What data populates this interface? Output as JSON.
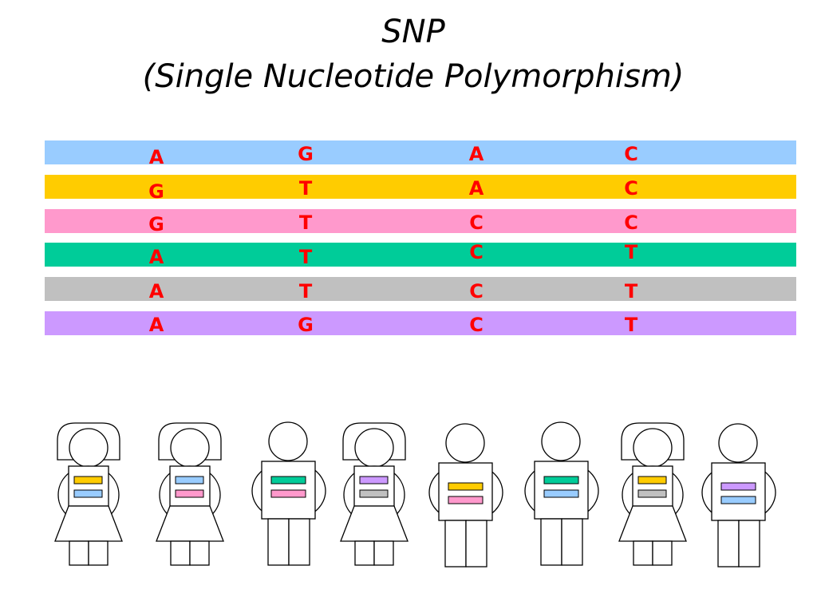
{
  "title": {
    "line1": "SNP",
    "line2": "(Single Nucleotide Polymorphism)"
  },
  "colors": {
    "letter": "#FF0000",
    "outline": "#000000"
  },
  "rows": [
    {
      "color": "#99CCFF",
      "alleles": [
        "A",
        "G",
        "A",
        "C"
      ]
    },
    {
      "color": "#FFCC00",
      "alleles": [
        "G",
        "T",
        "A",
        "C"
      ]
    },
    {
      "color": "#FF99CC",
      "alleles": [
        "G",
        "T",
        "C",
        "C"
      ]
    },
    {
      "color": "#00CC99",
      "alleles": [
        "A",
        "T",
        "C",
        "T"
      ]
    },
    {
      "color": "#C0C0C0",
      "alleles": [
        "A",
        "T",
        "C",
        "T"
      ]
    },
    {
      "color": "#CC99FF",
      "alleles": [
        "A",
        "G",
        "C",
        "T"
      ]
    }
  ],
  "figures": [
    {
      "icon": "girl-figure-icon",
      "chest_colors": [
        "#FFCC00",
        "#99CCFF"
      ]
    },
    {
      "icon": "girl-figure-icon",
      "chest_colors": [
        "#99CCFF",
        "#FF99CC"
      ]
    },
    {
      "icon": "boy-figure-icon",
      "chest_colors": [
        "#00CC99",
        "#FF99CC"
      ]
    },
    {
      "icon": "girl-figure-icon",
      "chest_colors": [
        "#CC99FF",
        "#C0C0C0"
      ]
    },
    {
      "icon": "boy-figure-icon",
      "chest_colors": [
        "#FFCC00",
        "#FF99CC"
      ]
    },
    {
      "icon": "boy-figure-icon",
      "chest_colors": [
        "#00CC99",
        "#99CCFF"
      ]
    },
    {
      "icon": "girl-figure-icon",
      "chest_colors": [
        "#FFCC00",
        "#C0C0C0"
      ]
    },
    {
      "icon": "boy-figure-icon",
      "chest_colors": [
        "#CC99FF",
        "#99CCFF"
      ]
    }
  ]
}
